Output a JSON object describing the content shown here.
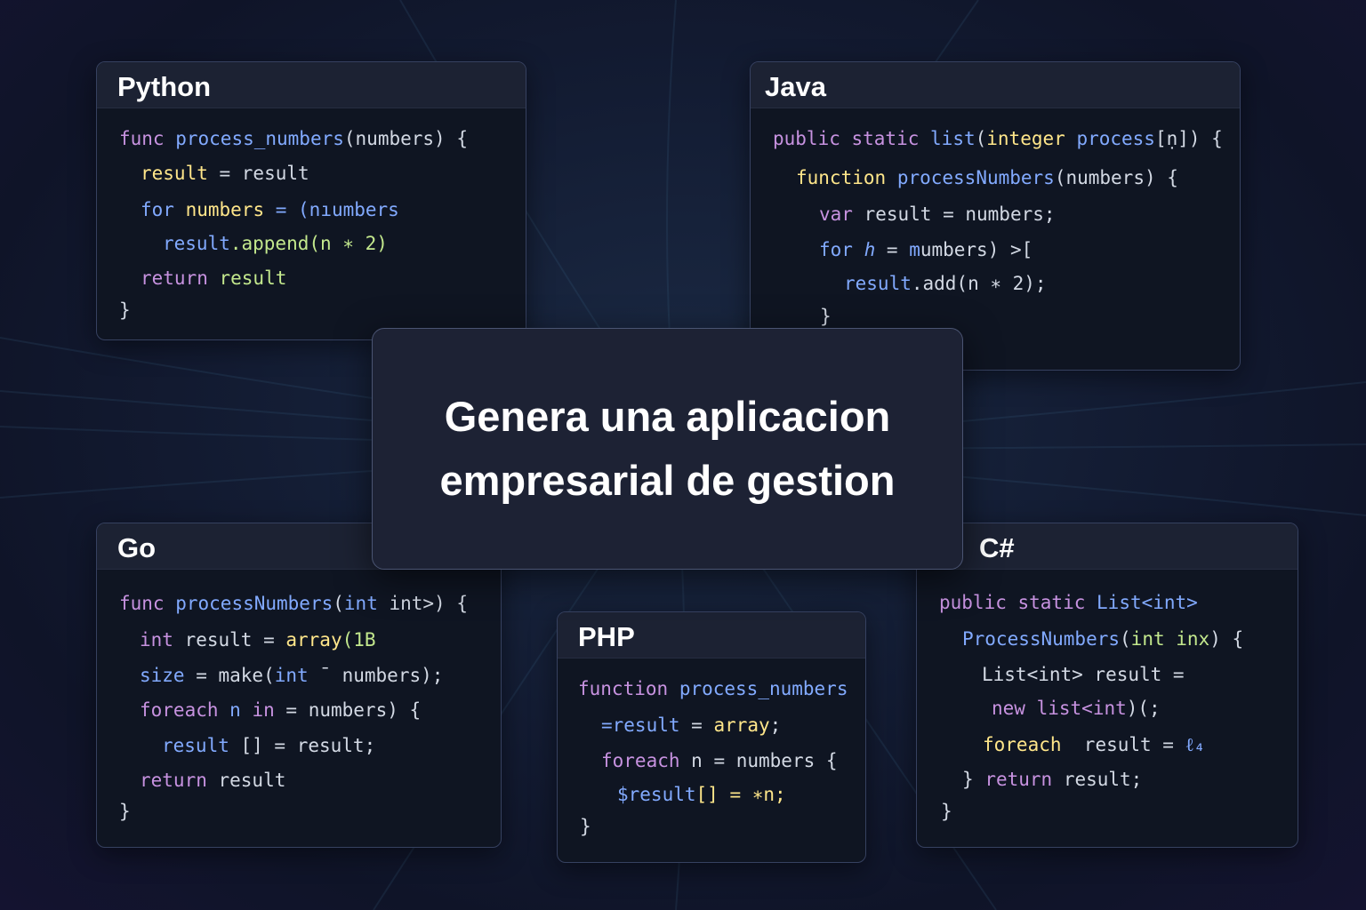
{
  "headline": {
    "line1": "Genera una aplicacion",
    "line2": "empresarial de gestion"
  },
  "colors": {
    "keyword": "#c792e0",
    "function": "#82aaff",
    "variable": "#ffe68a",
    "string": "#c3e88d",
    "text": "#d3d9e4"
  },
  "cards": {
    "python": {
      "title": "Python",
      "lines": [
        [
          "func",
          " ",
          "process_numbers",
          "(numbers) {"
        ],
        [
          "result",
          " = result"
        ],
        [
          "for",
          " ",
          "numbers",
          " = (nıumbers"
        ],
        [
          "result",
          ".append(n ∗ 2)"
        ],
        [
          "return",
          " result"
        ],
        [
          "}"
        ]
      ]
    },
    "java": {
      "title": "Java",
      "lines": [
        [
          "public static",
          " ",
          "list",
          "(",
          "integer",
          " ",
          "process",
          "[ṇ]) {"
        ],
        [
          "function",
          " ",
          "processNumbers",
          "(numbers) {"
        ],
        [
          "var",
          " result = numbers;"
        ],
        [
          "for",
          " ",
          "ℎ",
          " = ",
          "m",
          "umbers) >["
        ],
        [
          "result",
          ".add(n ∗ 2);"
        ],
        [
          "}"
        ]
      ]
    },
    "go": {
      "title": "Go",
      "lines": [
        [
          "func",
          " ",
          "processNumbers",
          "(",
          "int",
          " int>) {"
        ],
        [
          "int",
          " result = ",
          "array",
          "(1B"
        ],
        [
          "size",
          " = make(",
          "int",
          " ¯ numbers);"
        ],
        [
          "foreach",
          " ",
          "n",
          " ",
          "in",
          " = numbers) {"
        ],
        [
          "result",
          " [] = result;"
        ],
        [
          "return",
          " result"
        ],
        [
          "}"
        ]
      ]
    },
    "php": {
      "title": "PHP",
      "lines": [
        [
          "function",
          " ",
          "process_numbers"
        ],
        [
          "=result",
          " = ",
          "array",
          ";"
        ],
        [
          "foreach",
          " n = numbers {"
        ],
        [
          "$result",
          "[] = ∗n;"
        ],
        [
          "}"
        ]
      ]
    },
    "csharp": {
      "title": "C#",
      "lines": [
        [
          "public static",
          " ",
          "List",
          "<int>"
        ],
        [
          "ProcessNumbers",
          "(",
          "int",
          " ",
          "inx",
          ") {"
        ],
        [
          "List<int> result ="
        ],
        [
          "new",
          " ",
          "list",
          "<",
          "int",
          ")(;"
        ],
        [
          "foreach",
          "  result = ",
          "ℓ₄"
        ],
        [
          "}",
          " ",
          "return",
          " result;"
        ],
        [
          "}"
        ]
      ]
    }
  }
}
